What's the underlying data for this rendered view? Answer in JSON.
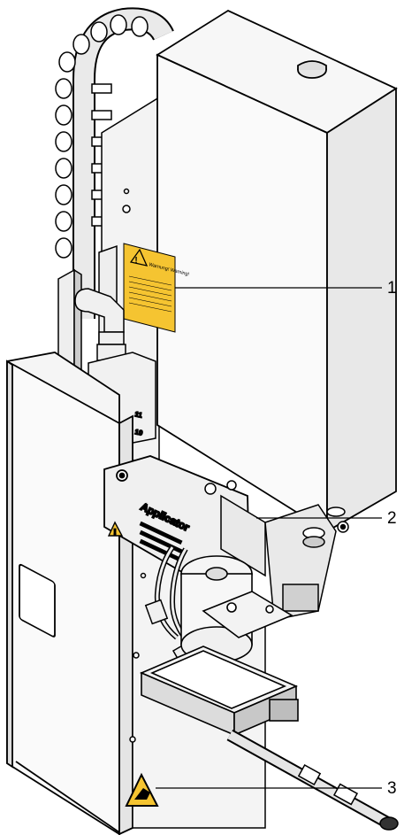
{
  "callouts": [
    {
      "label": "1",
      "target": "warning-label"
    },
    {
      "label": "2",
      "target": "applicator-plate"
    },
    {
      "label": "3",
      "target": "hand-crush-warning"
    }
  ],
  "labels": {
    "warning_sticker": "Warnung! Warning!",
    "applicator_text": "Applicator",
    "scale_marks": [
      "11",
      "10"
    ]
  },
  "colors": {
    "line": "#000000",
    "metal_light": "#f4f4f4",
    "metal_mid": "#d9d9d9",
    "metal_dark": "#9a9a9a",
    "warning_yellow": "#f5c431"
  }
}
